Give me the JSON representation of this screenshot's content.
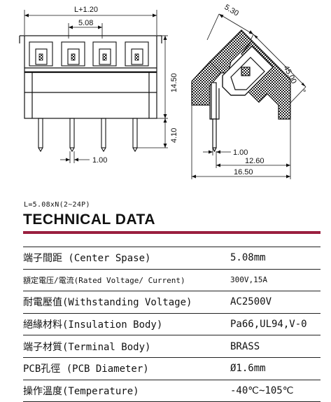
{
  "front_view": {
    "dim_total_width": "L+1.20",
    "dim_pitch": "5.08",
    "dim_height": "14.50",
    "dim_pin_length": "4.10",
    "dim_pin_width": "1.00"
  },
  "side_view": {
    "dim_top": "5.30",
    "dim_angle": "45.00",
    "dim_degree_mark": "°",
    "dim_pin": "1.00",
    "dim_inner": "12.60",
    "dim_overall": "16.50"
  },
  "formula": "L=5.08xN(2~24P)",
  "heading": "TECHNICAL DATA",
  "specs": [
    {
      "label": "端子間距 (Center Spase)",
      "value": "5.08mm"
    },
    {
      "label": "額定電压/電流(Rated Voltage/ Current)",
      "value": "300V,15A"
    },
    {
      "label": "耐電壓值(Withstanding Voltage)",
      "value": "AC2500V"
    },
    {
      "label": "絕緣材料(Insulation Body)",
      "value": "Pa66,UL94,V-0"
    },
    {
      "label": "端子材質(Terminal Body)",
      "value": "BRASS"
    },
    {
      "label": "PCB孔徑 (PCB Diameter)",
      "value": "Ø1.6mm"
    },
    {
      "label": "操作溫度(Temperature)",
      "value": "-40℃~105℃"
    }
  ]
}
